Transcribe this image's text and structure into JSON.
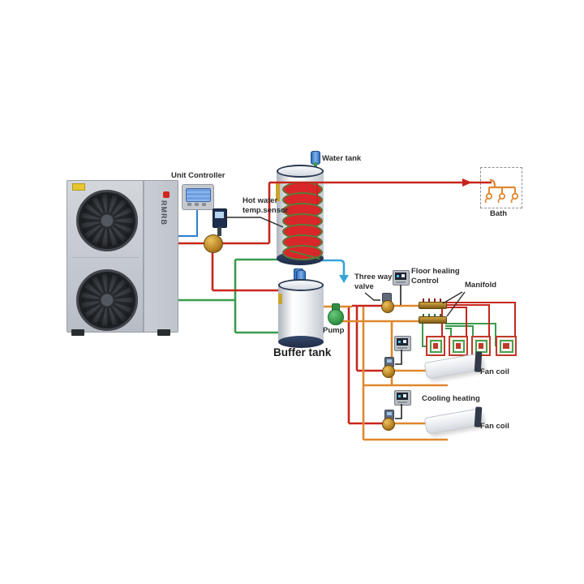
{
  "labels": {
    "unit_controller": "Unit Controller",
    "hot_water_sensor_line1": "Hot water",
    "hot_water_sensor_line2": "temp.sensor",
    "water_tank": "Water tank",
    "bath": "Bath",
    "three_way_valve_line1": "Three way",
    "three_way_valve_line2": "valve",
    "floor_heating_control_line1": "Floor healing",
    "floor_heating_control_line2": "Control",
    "manifold": "Manifold",
    "pump": "Pump",
    "buffer_tank": "Buffer tank",
    "fan_coil_upper": "Fan coil",
    "cooling_heating": "Cooling heating",
    "fan_coil_lower": "Fan coil",
    "brand": "RMRB"
  },
  "colors": {
    "hot": "#c7251d",
    "ret": "#3a9b4d",
    "cold": "#38a3d8",
    "mix": "#e0872e",
    "wire": "#2e2e2e",
    "wireblue": "#2b7fd0"
  },
  "icons": {
    "heat_pump_fans": "fan-icon",
    "water_tank_coil": "heating-coil-icon",
    "bath_taps": "faucet-icon",
    "pump_body": "pump-icon",
    "valve_bodies": "valve-icon"
  }
}
